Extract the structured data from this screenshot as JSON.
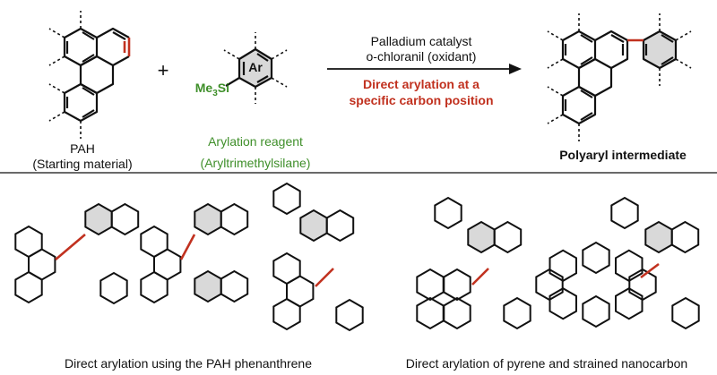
{
  "top": {
    "pah_label": "PAH",
    "pah_sublabel": "(Starting material)",
    "plus": "+",
    "reagent_ring_label": "Ar",
    "reagent_silyl": {
      "prefix": "Me",
      "subscript": "3",
      "suffix": "Si"
    },
    "reagent_label": "Arylation reagent",
    "reagent_sublabel": "(Aryltrimethylsilane)",
    "arrow_above_1": "Palladium catalyst",
    "arrow_above_2": "o-chloranil (oxidant)",
    "arrow_below_1": "Direct arylation at a",
    "arrow_below_2": "specific carbon position",
    "product_label": "Polyaryl intermediate"
  },
  "bottom": {
    "left_caption": "Direct arylation using the PAH phenanthrene",
    "right_caption": "Direct arylation of pyrene and strained nanocarbon"
  },
  "colors": {
    "highlight_bond": "#c1311f",
    "reagent_text": "#3f8f2a",
    "ring_fill": "#d9d9d9",
    "stroke": "#111111"
  }
}
